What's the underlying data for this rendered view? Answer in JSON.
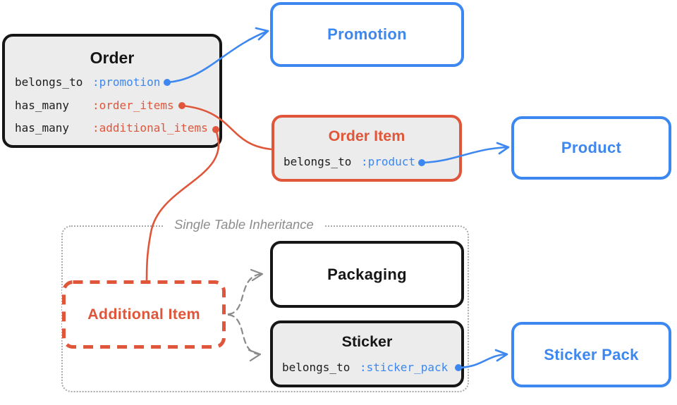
{
  "colors": {
    "blue": "#3d87f0",
    "orange": "#e0563a",
    "node_bg_gray": "#ececec",
    "black": "#161616",
    "sti_border_gray": "#a9a9a9",
    "sti_label_gray": "#8d8d8d",
    "dashed_arrow_gray": "#8a8a8a",
    "white": "#ffffff"
  },
  "nodes": {
    "order": {
      "title": "Order",
      "associations": [
        {
          "macro": "belongs_to",
          "target": ":promotion",
          "color": "#3d87f0"
        },
        {
          "macro": "has_many",
          "target": ":order_items",
          "color": "#e0563a"
        },
        {
          "macro": "has_many",
          "target": ":additional_items",
          "color": "#e0563a"
        }
      ]
    },
    "promotion": {
      "title": "Promotion"
    },
    "order_item": {
      "title": "Order Item",
      "associations": [
        {
          "macro": "belongs_to",
          "target": ":product",
          "color": "#3d87f0"
        }
      ]
    },
    "product": {
      "title": "Product"
    },
    "additional_item": {
      "title": "Additional Item"
    },
    "packaging": {
      "title": "Packaging"
    },
    "sticker": {
      "title": "Sticker",
      "associations": [
        {
          "macro": "belongs_to",
          "target": ":sticker_pack",
          "color": "#3d87f0"
        }
      ]
    },
    "sticker_pack": {
      "title": "Sticker Pack"
    }
  },
  "groups": {
    "sti": {
      "label": "Single Table Inheritance"
    }
  },
  "edges": [
    {
      "from": "order.:promotion",
      "to": "promotion",
      "style": "solid",
      "color": "blue",
      "arrowhead": true
    },
    {
      "from": "order.:order_items",
      "to": "order_item",
      "style": "solid",
      "color": "orange",
      "arrowhead": false
    },
    {
      "from": "order.:additional_items",
      "to": "additional_item",
      "style": "solid",
      "color": "orange",
      "arrowhead": false
    },
    {
      "from": "order_item.:product",
      "to": "product",
      "style": "solid",
      "color": "blue",
      "arrowhead": true
    },
    {
      "from": "additional_item",
      "to": "packaging",
      "style": "dashed",
      "color": "gray",
      "arrowhead": true
    },
    {
      "from": "additional_item",
      "to": "sticker",
      "style": "dashed",
      "color": "gray",
      "arrowhead": true
    },
    {
      "from": "sticker.:sticker_pack",
      "to": "sticker_pack",
      "style": "solid",
      "color": "blue",
      "arrowhead": true
    }
  ]
}
